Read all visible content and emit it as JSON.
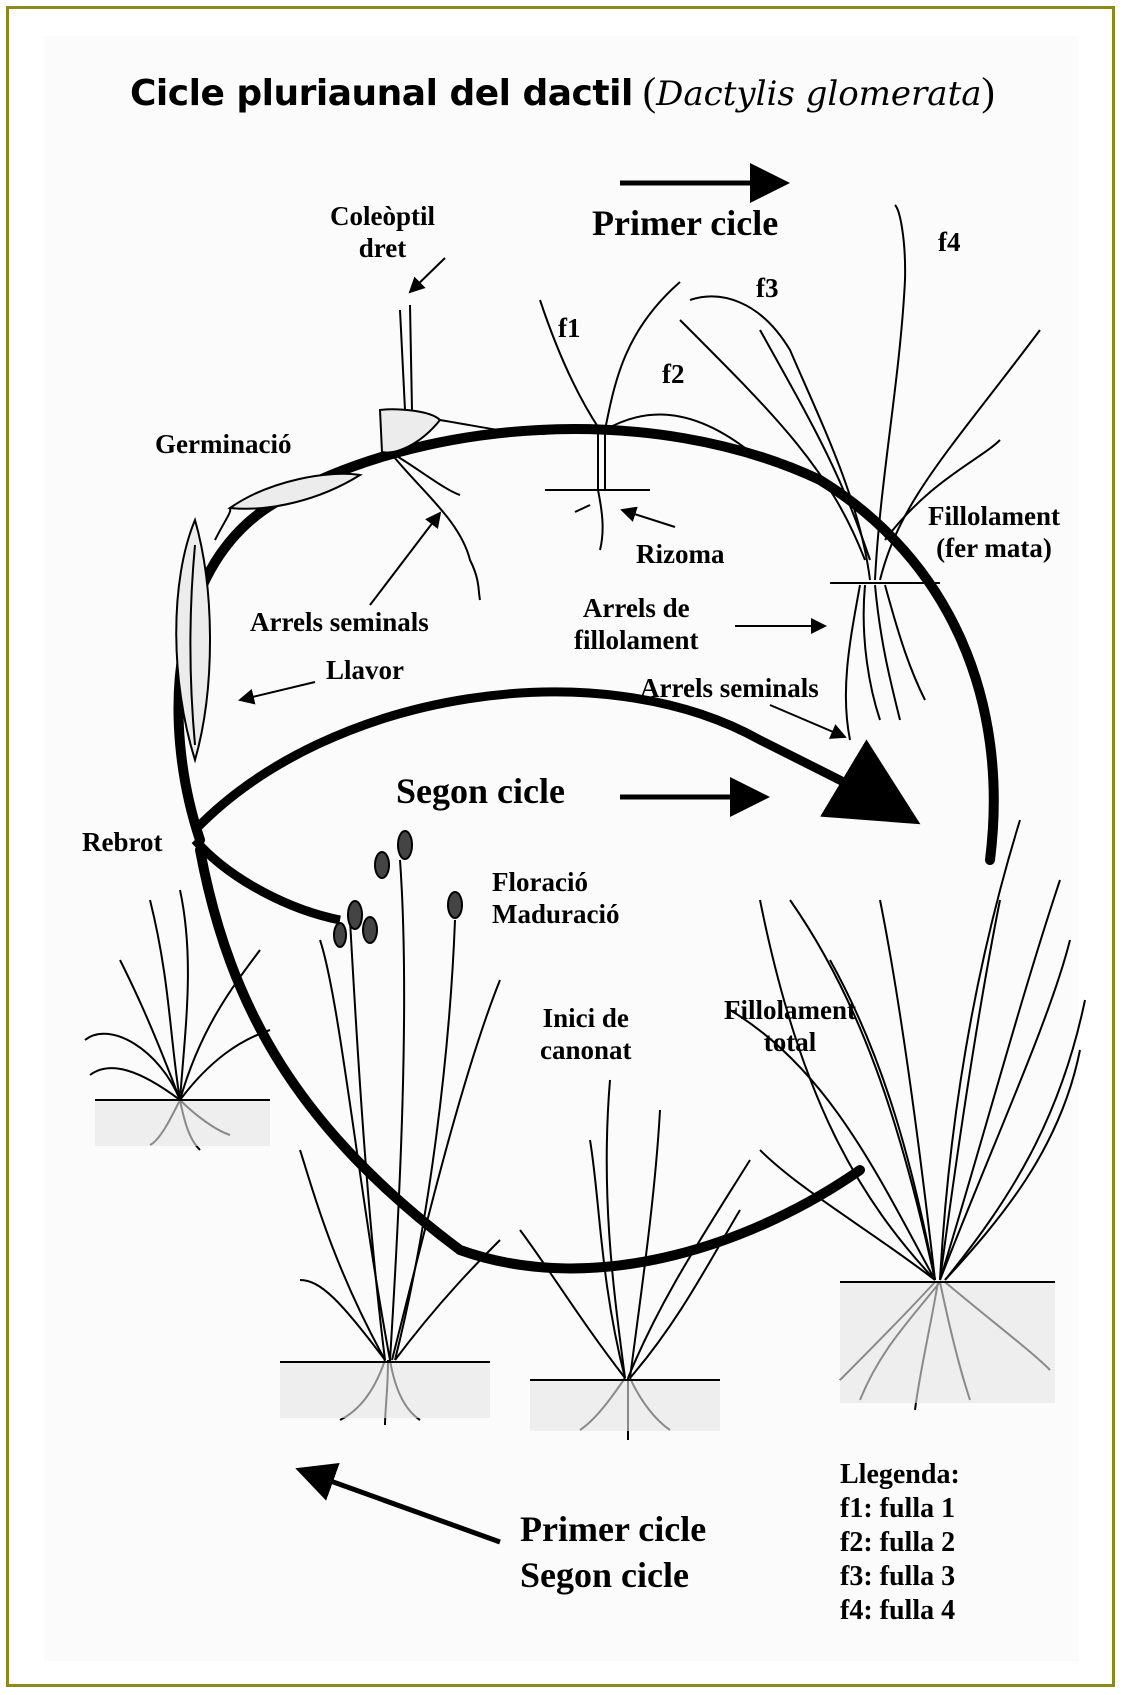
{
  "title": {
    "main": "Cicle pluriaunal del dactil",
    "latin": "Dactylis glomerata"
  },
  "labels": {
    "coleoptil": "Coleòptil",
    "coleoptil2": "dret",
    "primer_cicle_top": "Primer cicle",
    "f1": "f1",
    "f2": "f2",
    "f3": "f3",
    "f4": "f4",
    "germinacio": "Germinació",
    "rizoma": "Rizoma",
    "fillolament": "Fillolament",
    "fer_mata": "(fer mata)",
    "arrels_seminals_left": "Arrels seminals",
    "arrels_de": "Arrels de",
    "fillolament2": "fillolament",
    "llavor": "Llavor",
    "arrels_seminals_right": "Arrels seminals",
    "segon_cicle_mid": "Segon cicle",
    "rebrot": "Rebrot",
    "floracio": "Floració",
    "maduracio": "Maduració",
    "inici_de": "Inici de",
    "canonat": "canonat",
    "fillolament_total": "Fillolament",
    "total": "total",
    "bottom_primer": "Primer cicle",
    "bottom_segon": "Segon cicle"
  },
  "legend": {
    "title": "Llegenda:",
    "items": [
      "f1: fulla 1",
      "f2: fulla 2",
      "f3: fulla 3",
      "f4: fulla 4"
    ]
  },
  "colors": {
    "frame": "#8a8a1e",
    "ink": "#000000",
    "background": "#ffffff"
  }
}
